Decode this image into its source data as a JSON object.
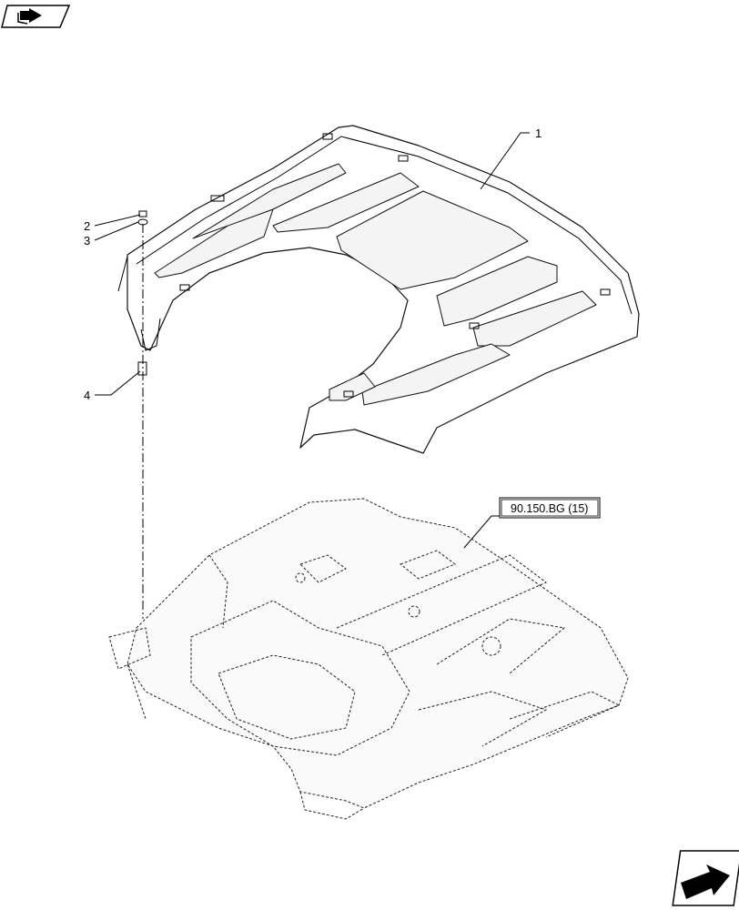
{
  "diagram": {
    "callouts": [
      {
        "id": "1",
        "label": "1"
      },
      {
        "id": "2",
        "label": "2"
      },
      {
        "id": "3",
        "label": "3"
      },
      {
        "id": "4",
        "label": "4"
      }
    ],
    "reference_label": "90.150.BG (15)",
    "icons": {
      "top_left": "book-arrow-icon",
      "bottom_right": "next-page-arrow-icon"
    }
  }
}
